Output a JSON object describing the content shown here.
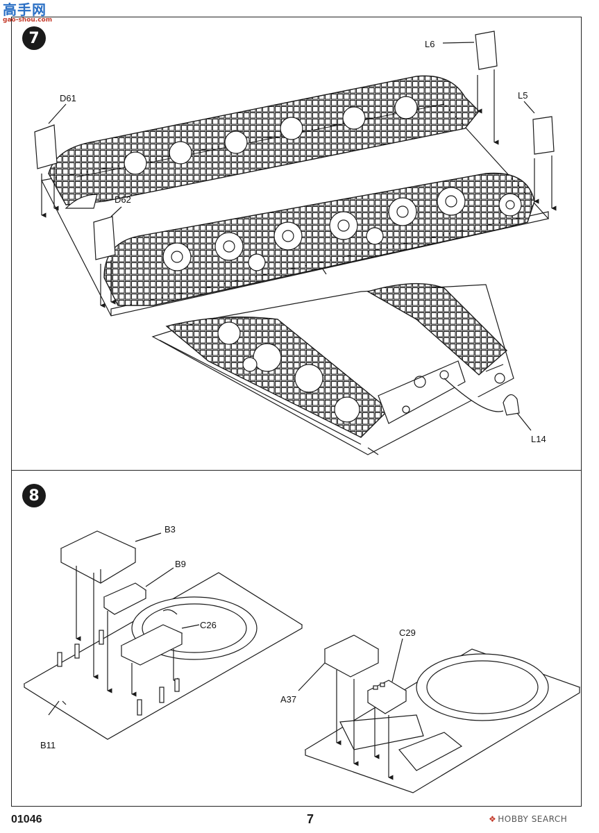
{
  "watermark": {
    "logo_text": "高手网",
    "logo_url_text": "gao-shou.com"
  },
  "steps": [
    {
      "number": "7",
      "labels": {
        "L6": "L6",
        "L5": "L5",
        "D61": "D61",
        "D62": "D62",
        "L14": "L14"
      }
    },
    {
      "number": "8",
      "labels": {
        "B3": "B3",
        "B9": "B9",
        "C26": "C26",
        "C29": "C29",
        "A37": "A37",
        "B11": "B11"
      }
    }
  ],
  "footer": {
    "product_code": "01046",
    "page_number": "7",
    "brand": "HOBBY SEARCH",
    "brand_icon": "hobbysearch-logo-icon"
  },
  "colors": {
    "line": "#1a1a1a",
    "logo_blue": "#2a6fc4",
    "logo_red": "#c43a2a"
  }
}
